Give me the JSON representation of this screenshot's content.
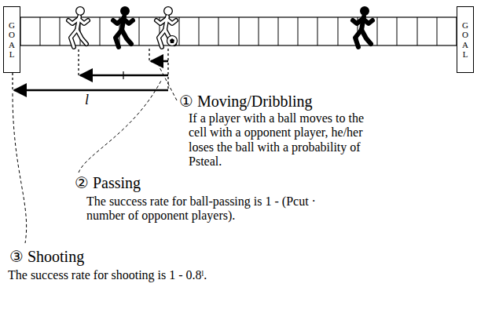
{
  "diagram": {
    "nodes": [
      {
        "text": [
          "GOAL"
        ]
      },
      {
        "text": [
          "GOAL"
        ]
      }
    ],
    "labels": [
      "① Moving/Dribbling",
      "If a player with a ball moves to the cell with a opponent player, he/her loses the ball with a probability of Psteal.",
      "② Passing",
      "The success rate for ball-passing is 1 - (Pcut · number of opponent players).",
      "③ Shooting",
      "The success rate for shooting is 1 - 0.8ˡ.",
      "l"
    ]
  }
}
